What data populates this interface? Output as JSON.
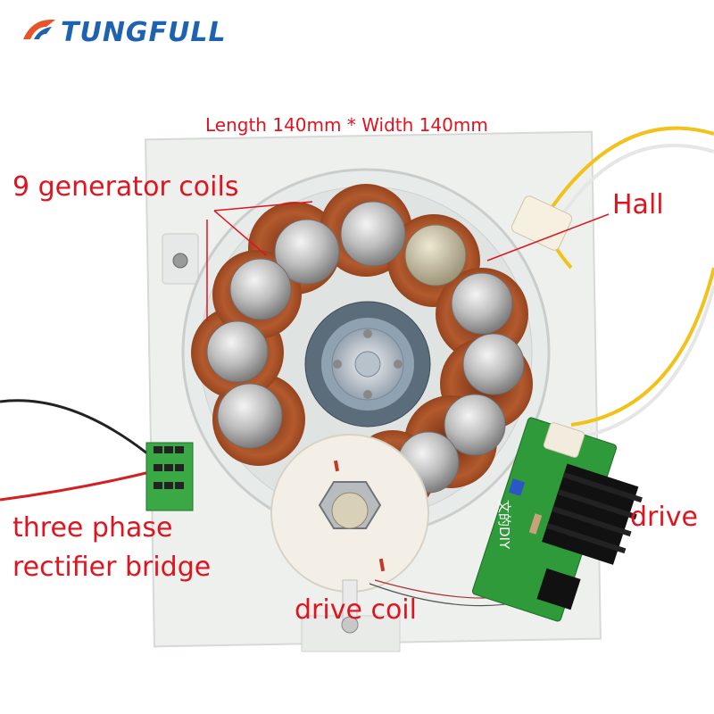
{
  "brand": {
    "name": "TUNGFULL",
    "color": "#1f63b0",
    "accent": "#e8542a"
  },
  "labels": {
    "dimensions": "Length 140mm * Width 140mm",
    "generator_coils": "9 generator coils",
    "hall": "Hall",
    "drive": "drive",
    "rectifier_line1": "three phase",
    "rectifier_line2": "rectifier bridge",
    "drive_coil": "drive coil",
    "board_marking": "文的DIY"
  },
  "colors": {
    "label_red": "#e0141e",
    "board_green": "#2f9a3a",
    "copper": "#b5532a",
    "magnet": "#c9c9c9"
  }
}
